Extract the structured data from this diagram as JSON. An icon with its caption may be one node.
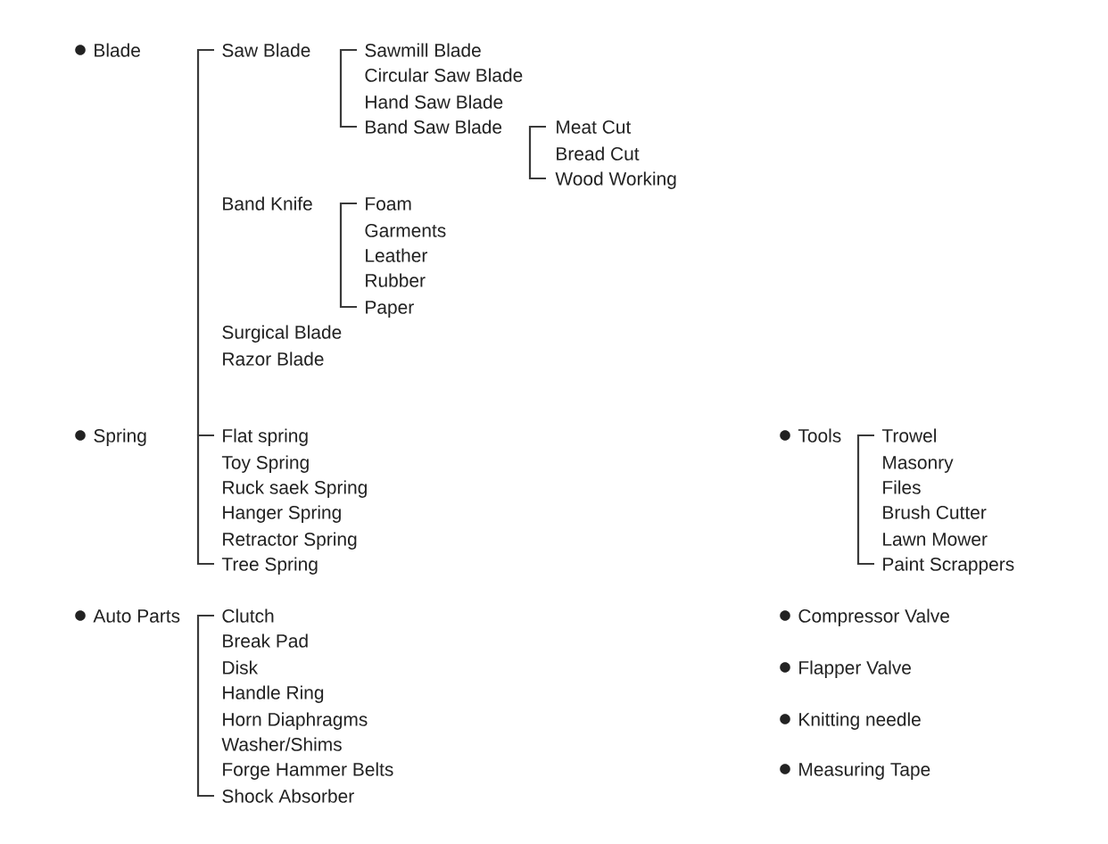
{
  "diagram": {
    "labels": [
      "Blade",
      "Saw Blade",
      "Sawmill Blade",
      "Circular Saw Blade",
      "Hand Saw Blade",
      "Band Saw Blade",
      "Meat Cut",
      "Bread Cut",
      "Wood Working",
      "Band Knife",
      "Foam",
      "Garments",
      "Leather",
      "Rubber",
      "Paper",
      "Surgical Blade",
      "Razor Blade",
      "Spring",
      "Flat spring",
      "Toy Spring",
      "Ruck saek Spring",
      "Hanger Spring",
      "Retractor Spring",
      "Tree Spring",
      "Tools",
      "Trowel",
      "Masonry",
      "Files",
      "Brush Cutter",
      "Lawn Mower",
      "Paint Scrappers",
      "Auto Parts",
      "Clutch",
      "Break Pad",
      "Disk",
      "Handle Ring",
      "Horn Diaphragms",
      "Washer/Shims",
      "Forge Hammer Belts",
      "Shock Absorber",
      "Compressor Valve",
      "Flapper Valve",
      "Knitting needle",
      "Measuring Tape"
    ]
  }
}
